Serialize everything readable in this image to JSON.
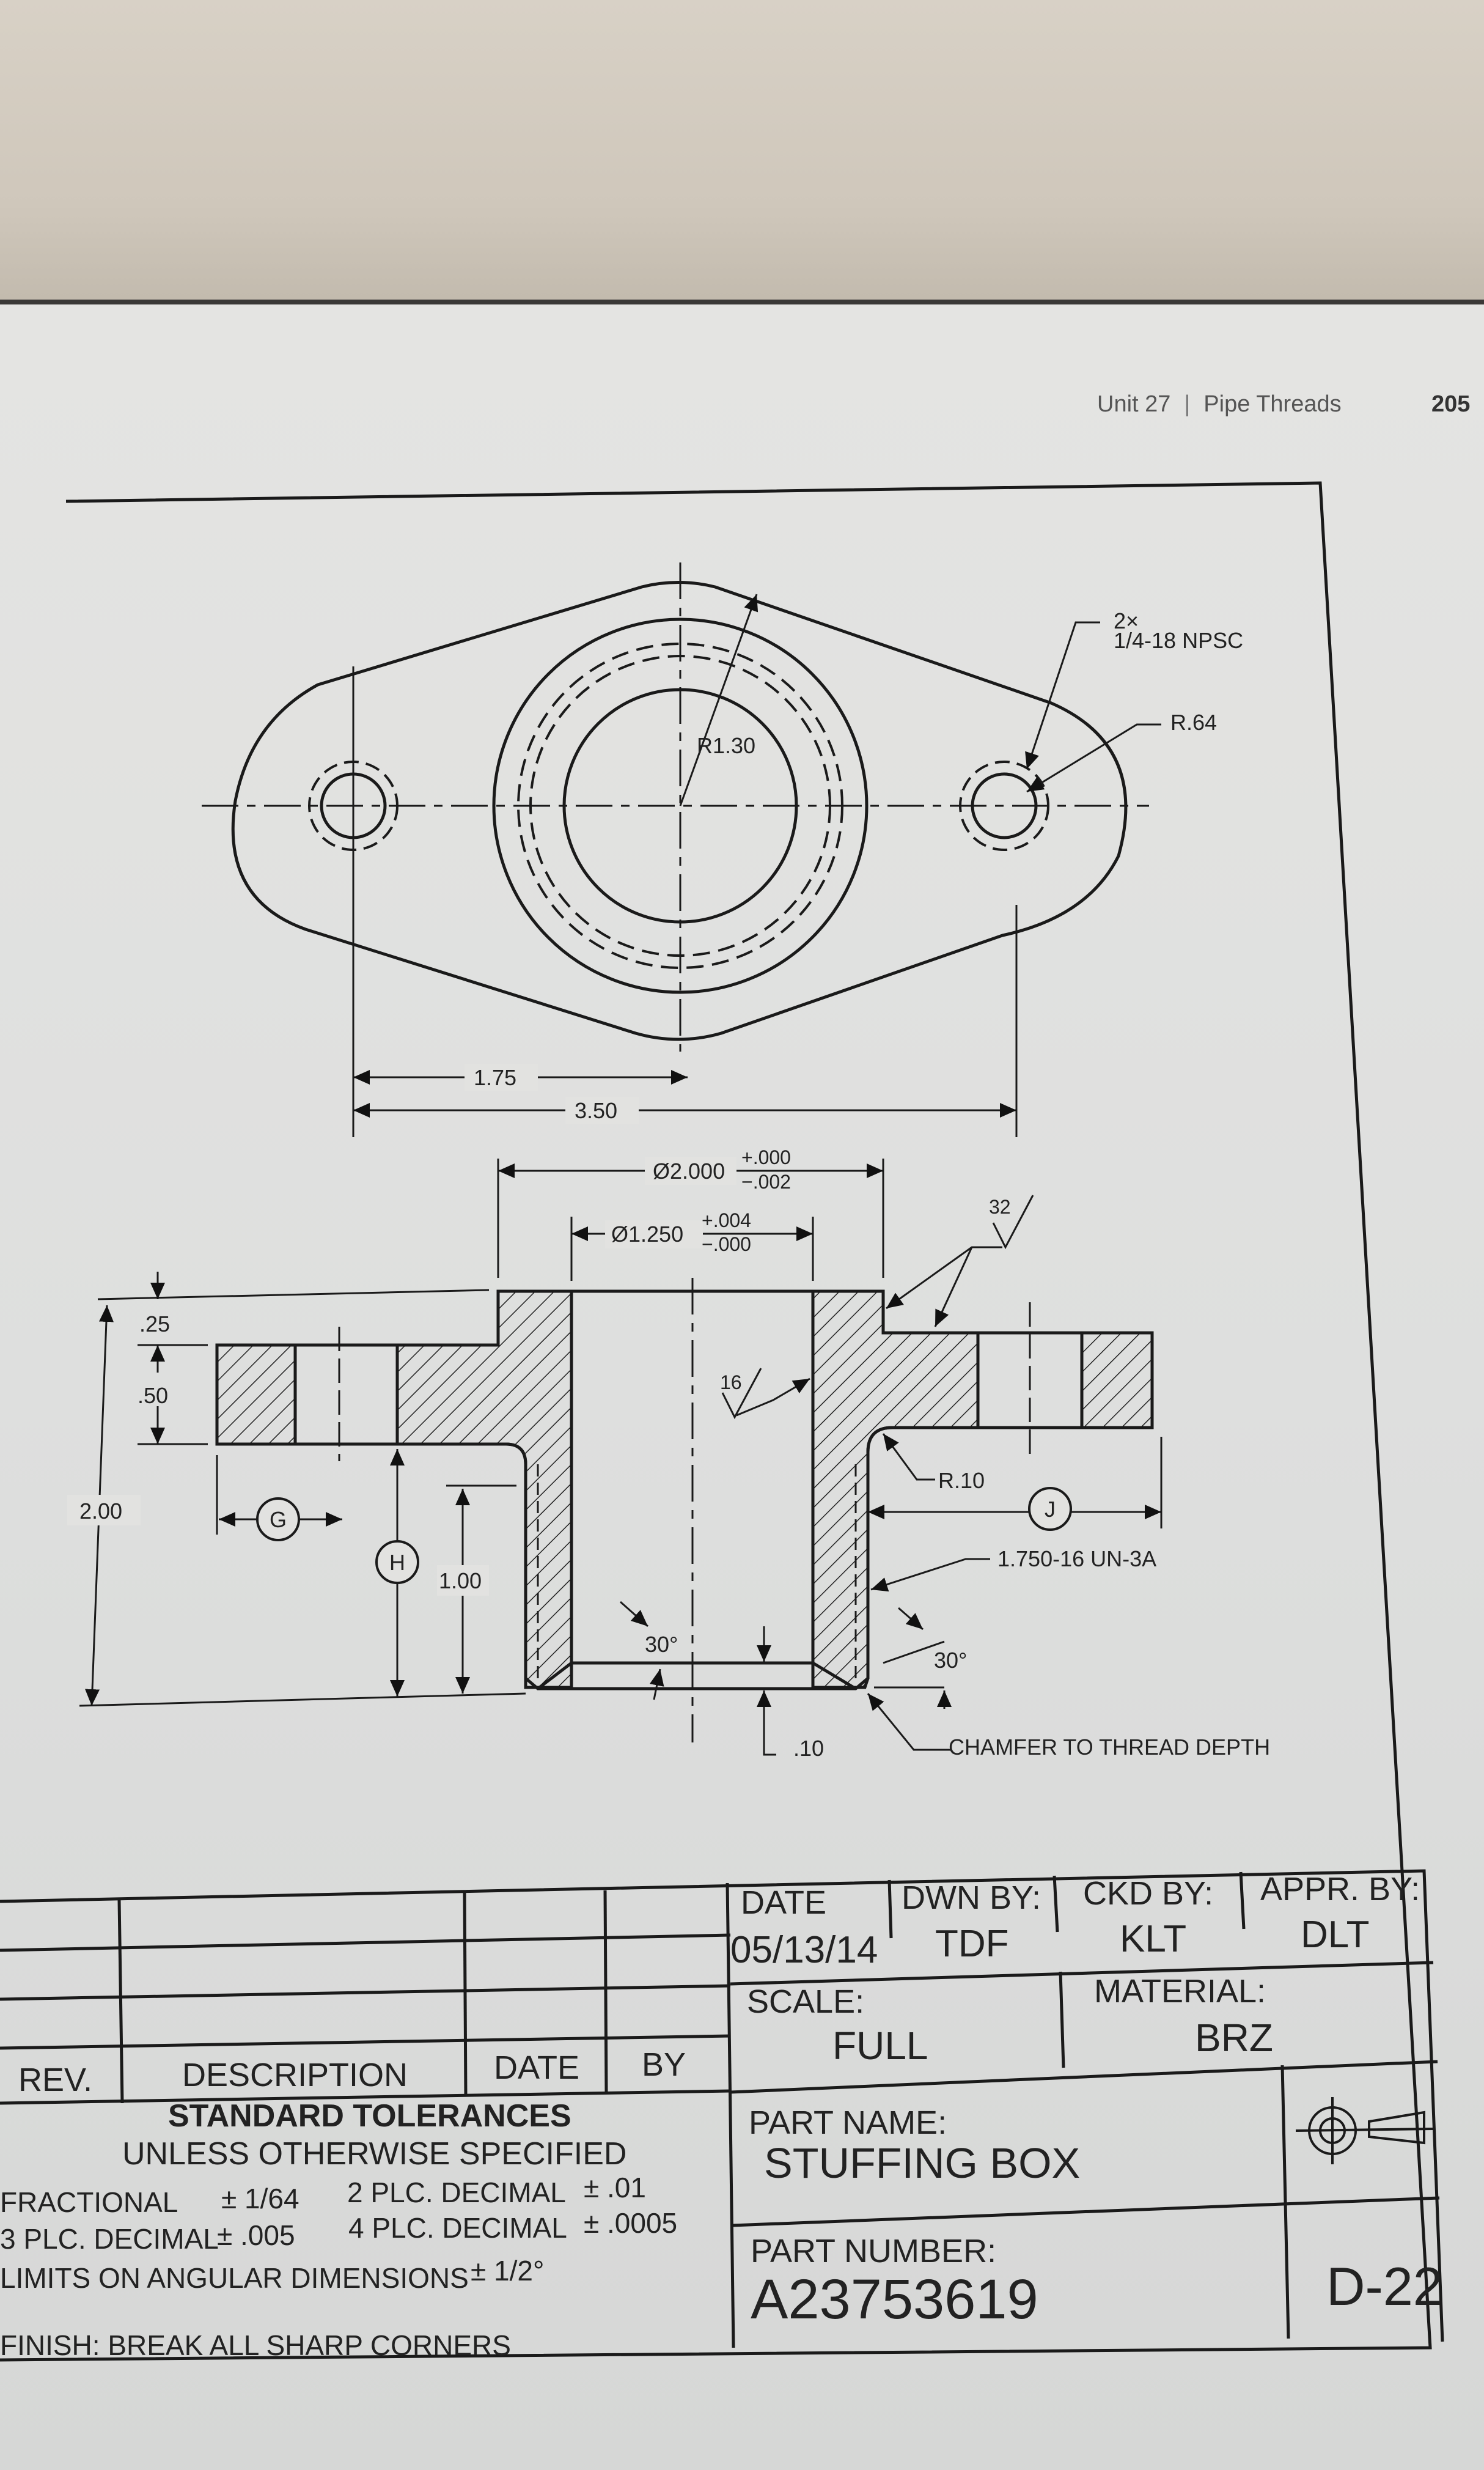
{
  "book_header": {
    "unit": "Unit 27",
    "separator": "|",
    "chapter": "Pipe Threads",
    "page_number": "205"
  },
  "top_view": {
    "hole_note_count": "2×",
    "hole_note_thread": "1/4-18 NPSC",
    "flange_radius": "R.64",
    "boss_radius": "R1.30",
    "dim_half_span": "1.75",
    "dim_full_span": "3.50"
  },
  "section_view": {
    "od_dim": "Ø2.000",
    "od_tol_plus": "+.000",
    "od_tol_minus": "−.002",
    "bore_dim": "Ø1.250",
    "bore_tol_plus": "+.004",
    "bore_tol_minus": "−.000",
    "finish_32": "32",
    "finish_16": "16",
    "dim_25": ".25",
    "dim_50": ".50",
    "dim_200": "2.00",
    "dim_100": "1.00",
    "fillet_radius": "R.10",
    "thread_spec": "1.750-16 UN-3A",
    "angle_left": "30°",
    "angle_right": "30°",
    "dim_10": ".10",
    "chamfer_note": "CHAMFER TO THREAD DEPTH",
    "callout_g": "G",
    "callout_h": "H",
    "callout_j": "J"
  },
  "title_block": {
    "revision_headers": {
      "rev": "REV.",
      "description": "DESCRIPTION",
      "date": "DATE",
      "by": "BY"
    },
    "date_label": "DATE",
    "date_value": "05/13/14",
    "drawn_by_label": "DWN BY:",
    "drawn_by_value": "TDF",
    "checked_by_label": "CKD BY:",
    "checked_by_value": "KLT",
    "approved_by_label": "APPR. BY:",
    "approved_by_value": "DLT",
    "scale_label": "SCALE:",
    "scale_value": "FULL",
    "material_label": "MATERIAL:",
    "material_value": "BRZ",
    "part_name_label": "PART NAME:",
    "part_name_value": "STUFFING BOX",
    "part_number_label": "PART NUMBER:",
    "part_number_value": "A23753619",
    "sheet_id": "D-22",
    "tolerances": {
      "title": "STANDARD TOLERANCES",
      "subtitle": "UNLESS OTHERWISE SPECIFIED",
      "fractional_label": "FRACTIONAL",
      "fractional_value": "± 1/64",
      "two_place_label": "2 PLC. DECIMAL",
      "two_place_value": "± .01",
      "three_place_label": "3 PLC. DECIMAL",
      "three_place_value": "± .005",
      "four_place_label": "4 PLC. DECIMAL",
      "four_place_value": "± .0005",
      "angular_label": "LIMITS ON ANGULAR DIMENSIONS",
      "angular_value": "± 1/2°",
      "finish": "FINISH: BREAK ALL SHARP CORNERS"
    }
  },
  "colors": {
    "line": "#1a1a1a",
    "paper": "#e2e2e0",
    "table": "#d2cabe"
  },
  "icons": {
    "projection_symbol": "third-angle-projection-icon"
  }
}
